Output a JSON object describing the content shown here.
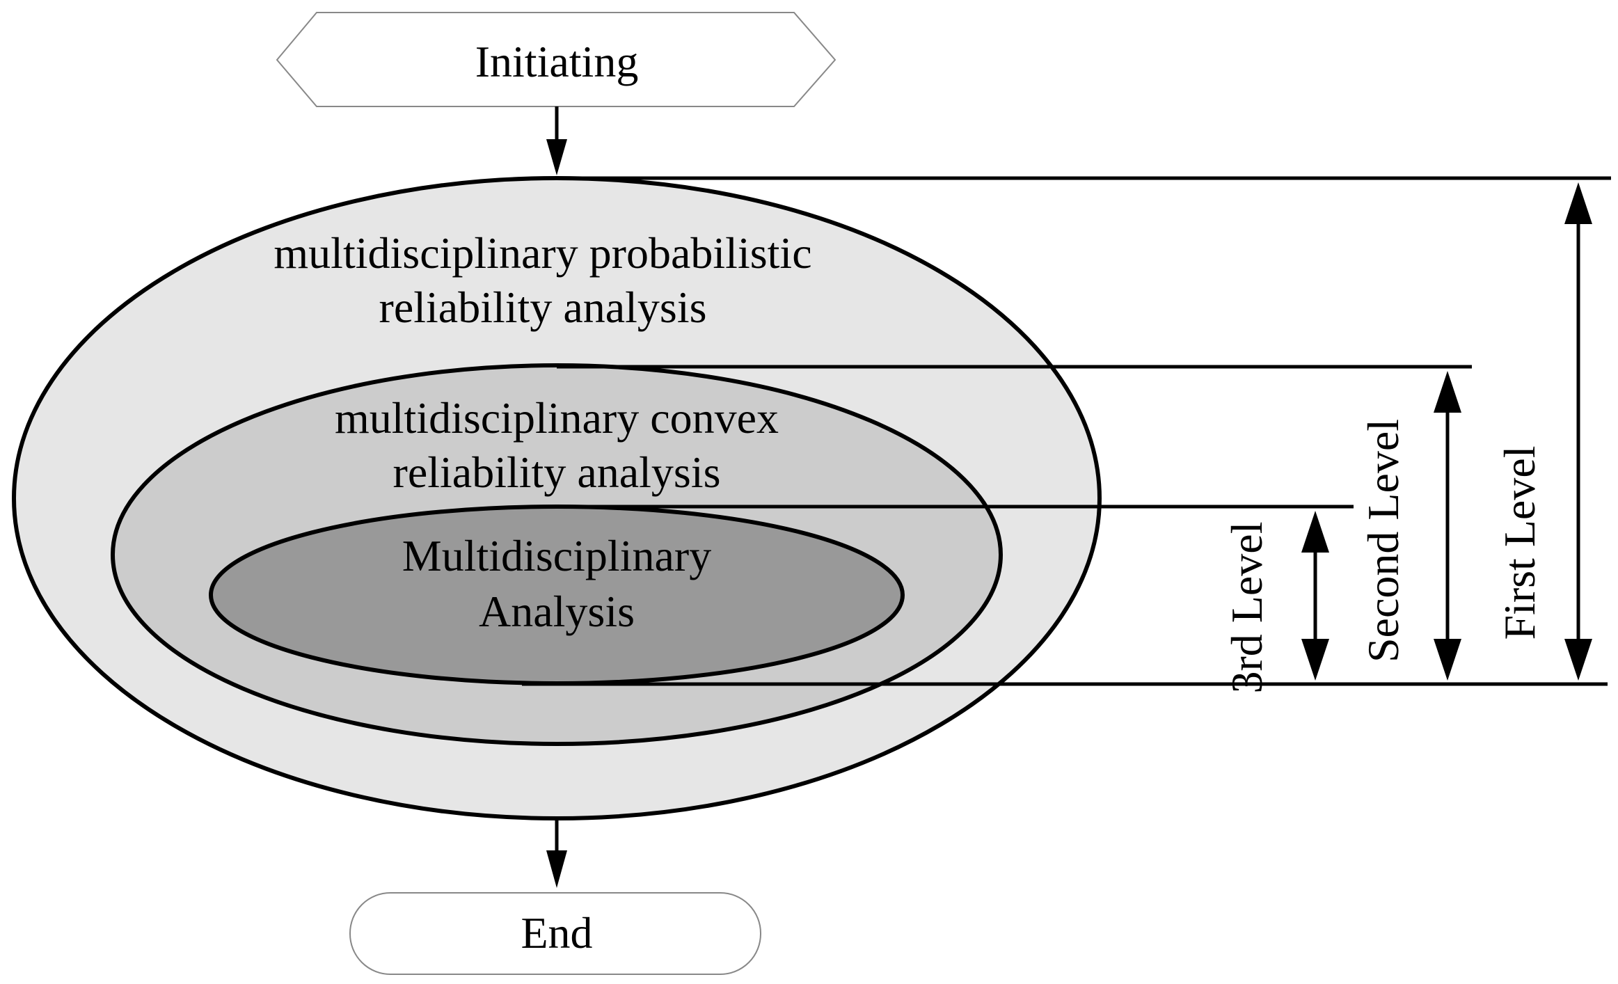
{
  "start": {
    "label": "Initiating"
  },
  "end": {
    "label": "End"
  },
  "layers": {
    "outer": {
      "line1": "multidisciplinary probabilistic",
      "line2": "reliability analysis",
      "fill": "#e6e6e6"
    },
    "middle": {
      "line1": "multidisciplinary convex",
      "line2": "reliability analysis",
      "fill": "#cccccc"
    },
    "inner": {
      "line1": "Multidisciplinary",
      "line2": "Analysis",
      "fill": "#999999"
    }
  },
  "levels": {
    "first": "First Level",
    "second": "Second Level",
    "third": "3rd Level"
  },
  "colors": {
    "stroke": "#000000",
    "terminal_border": "#888888"
  }
}
